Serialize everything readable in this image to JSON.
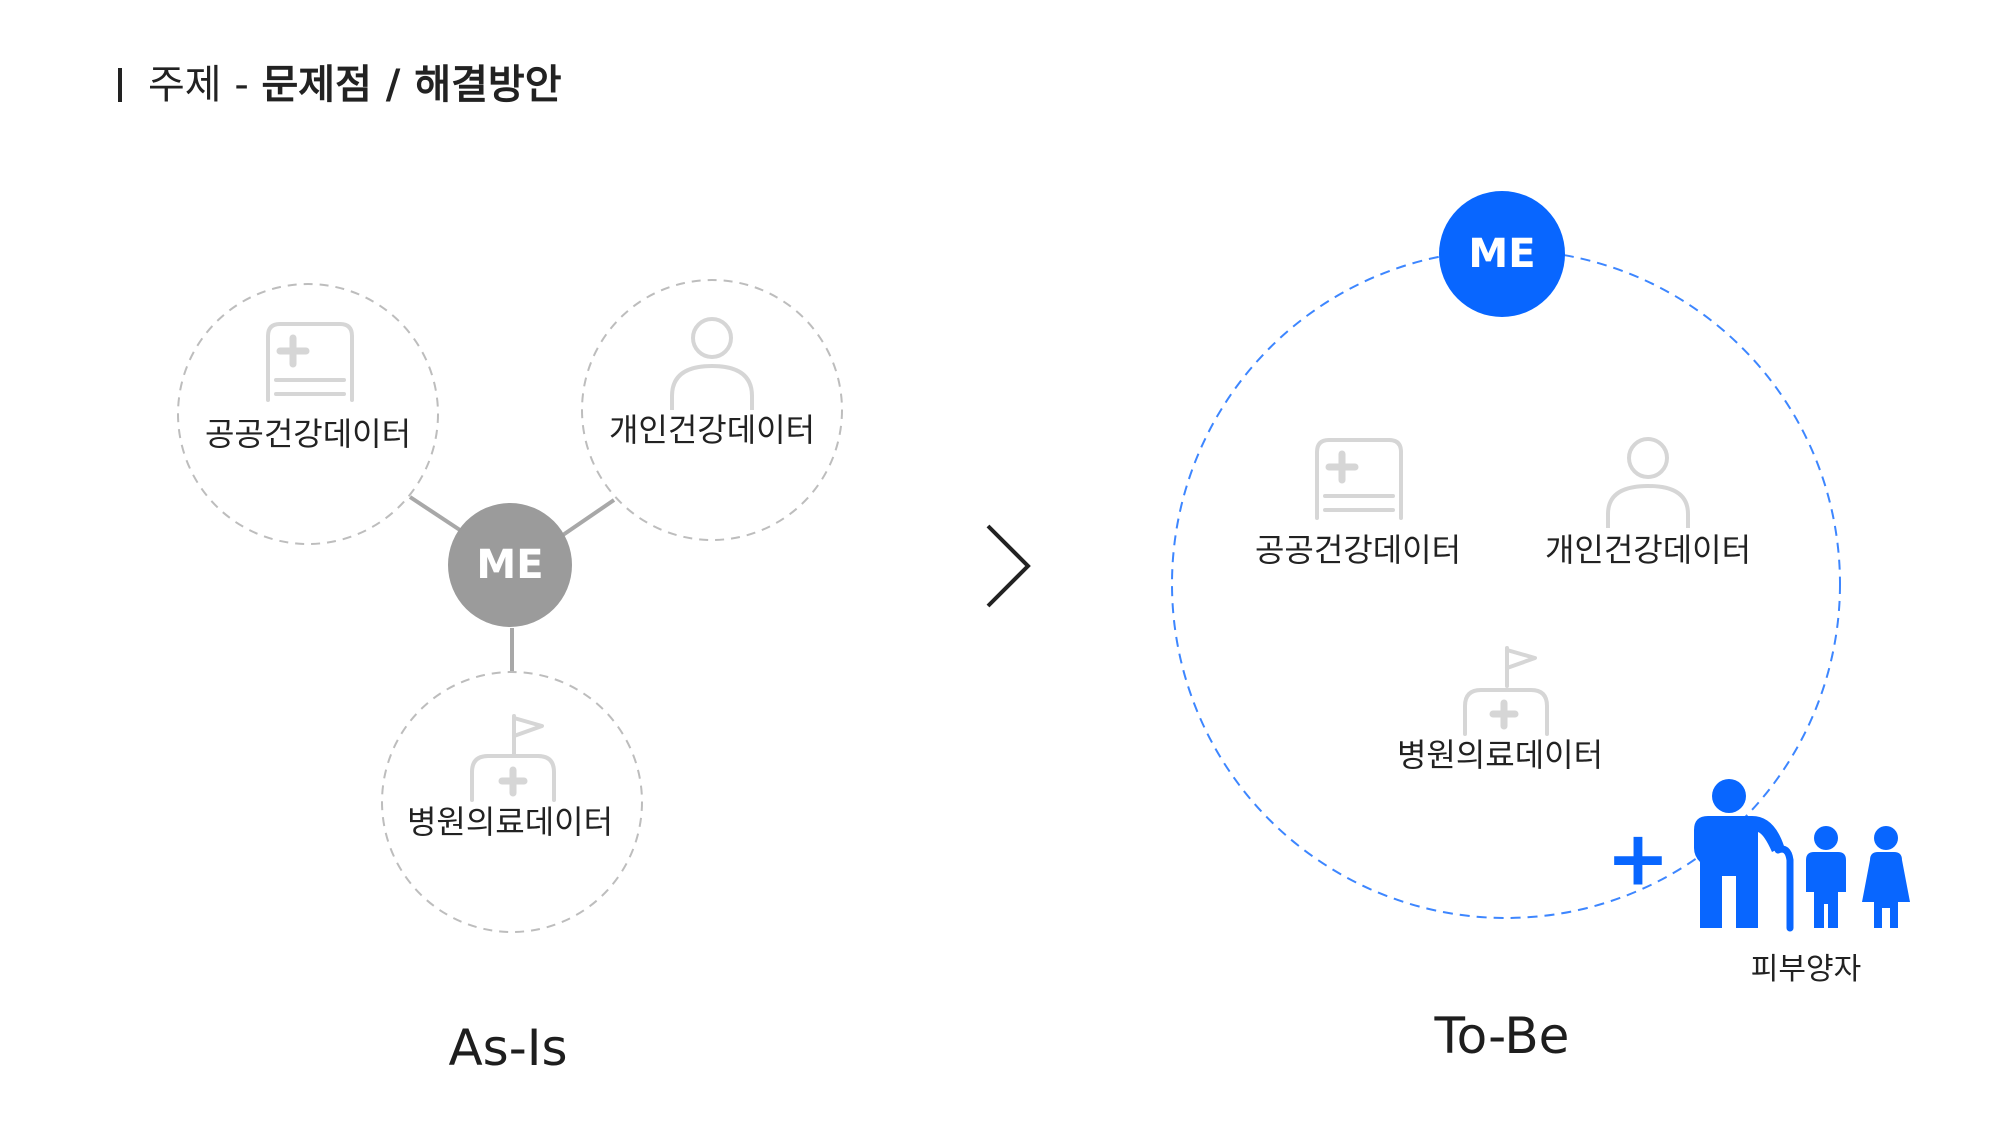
{
  "header": {
    "prefix": "주제 - ",
    "emphasis": "문제점 / 해결방안"
  },
  "as_is": {
    "title": "As-Is",
    "me_label": "ME",
    "nodes": {
      "public": "공공건강데이터",
      "personal": "개인건강데이터",
      "hospital": "병원의료데이터"
    }
  },
  "to_be": {
    "title": "To-Be",
    "me_label": "ME",
    "nodes": {
      "public": "공공건강데이터",
      "personal": "개인건강데이터",
      "hospital": "병원의료데이터"
    },
    "plus_sign": "+",
    "dependents": "피부양자"
  },
  "colors": {
    "text": "#222222",
    "gray_me": "#9b9b9b",
    "icon_gray": "#d6d6d6",
    "dash_gray": "#bdbdbd",
    "blue": "#0866ff",
    "connector": "#a8a8a8"
  }
}
